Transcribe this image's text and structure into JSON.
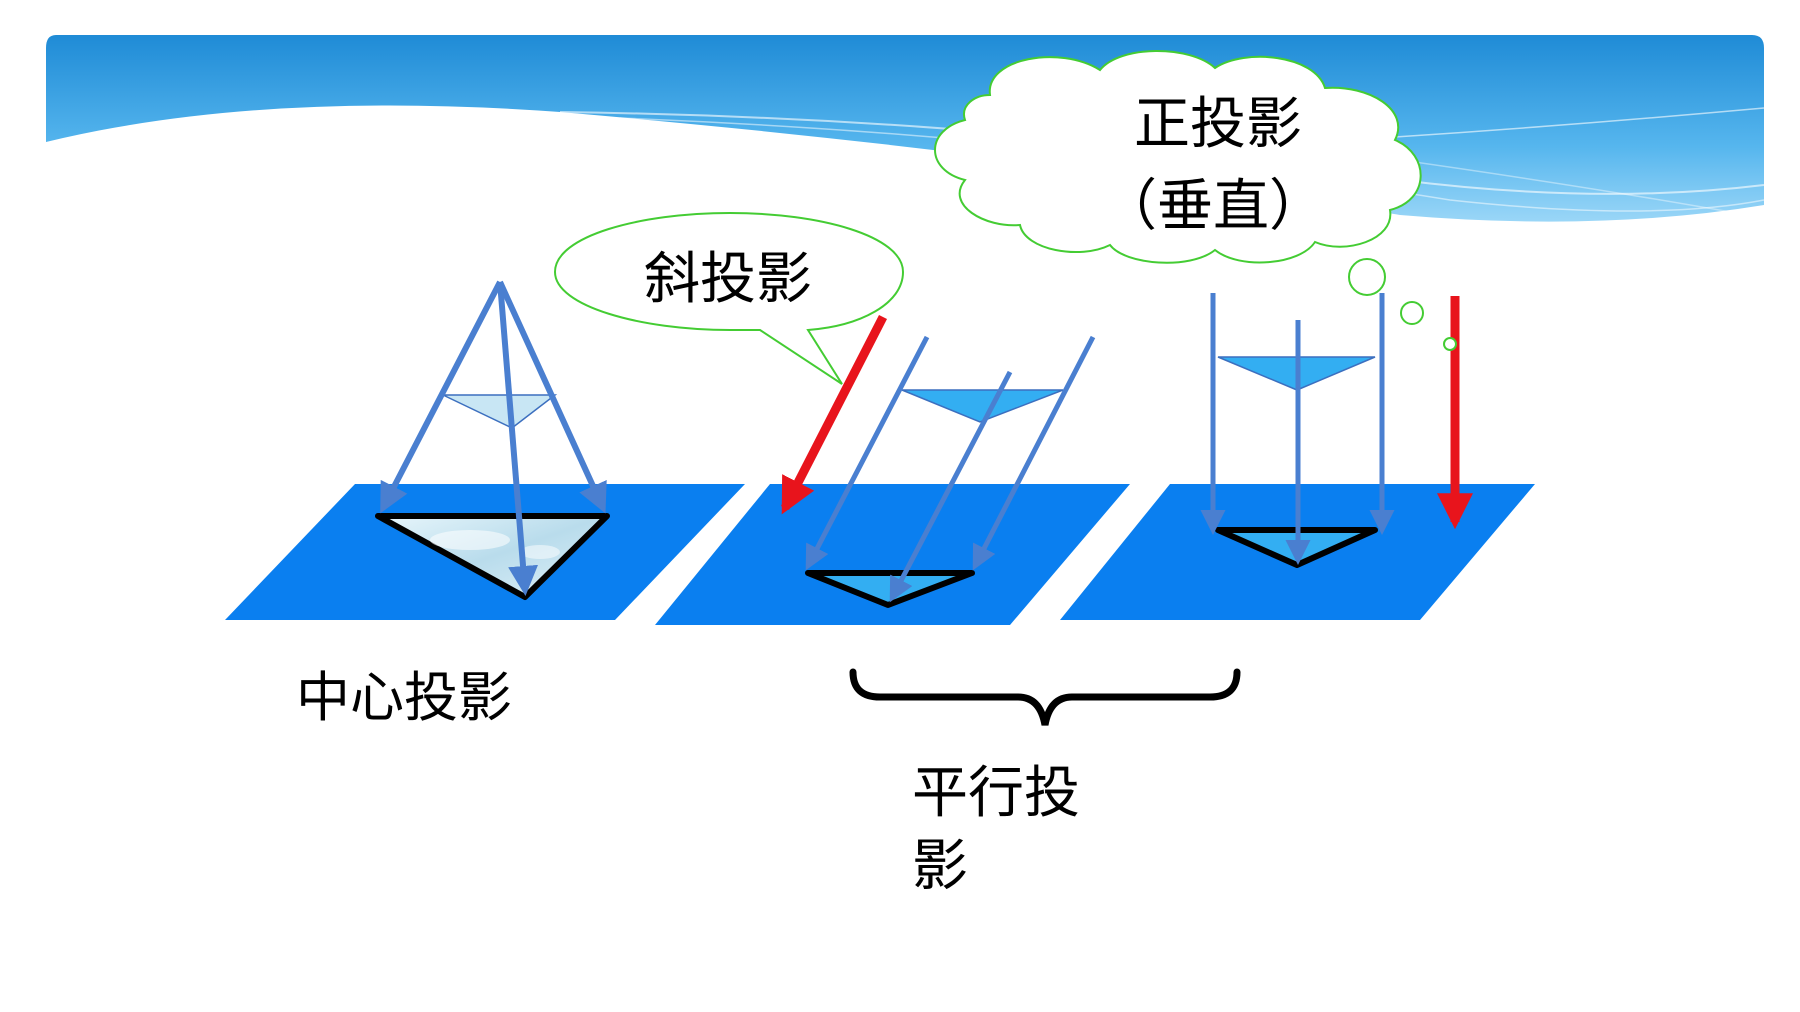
{
  "labels": {
    "center_projection": "中心投影",
    "oblique_projection": "斜投影",
    "orthographic_projection": "正投影",
    "orthographic_note": "（垂直）",
    "parallel_projection_line1": "平行投",
    "parallel_projection_line2": "影"
  },
  "colors": {
    "banner_blue": "#2e9ae0",
    "plane_blue": "#0a7ff0",
    "ray_blue": "#4a7fd0",
    "ray_red": "#e8141c",
    "callout_green": "#44cc33",
    "shadow_fill": "#c8e6f4",
    "object_fill": "#33aef2"
  }
}
